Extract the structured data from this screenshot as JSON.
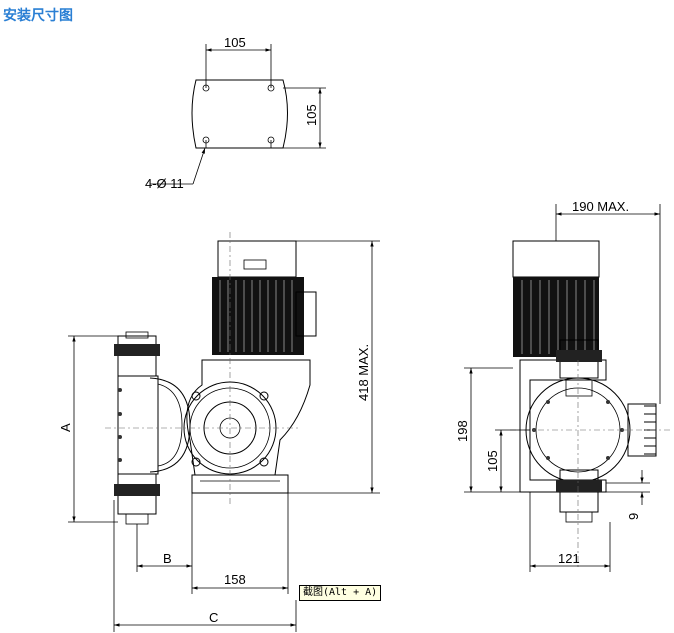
{
  "title": "安装尺寸图",
  "labels": {
    "top_width": "105",
    "top_height": "105",
    "holes": "4-Ø 11",
    "max_width": "190 MAX.",
    "max_height": "418 MAX.",
    "dim_a": "A",
    "dim_b": "B",
    "dim_c": "C",
    "dim_158": "158",
    "dim_198": "198",
    "dim_105": "105",
    "dim_121": "121",
    "dim_9": "9"
  },
  "tooltip": "截图(Alt + A)"
}
